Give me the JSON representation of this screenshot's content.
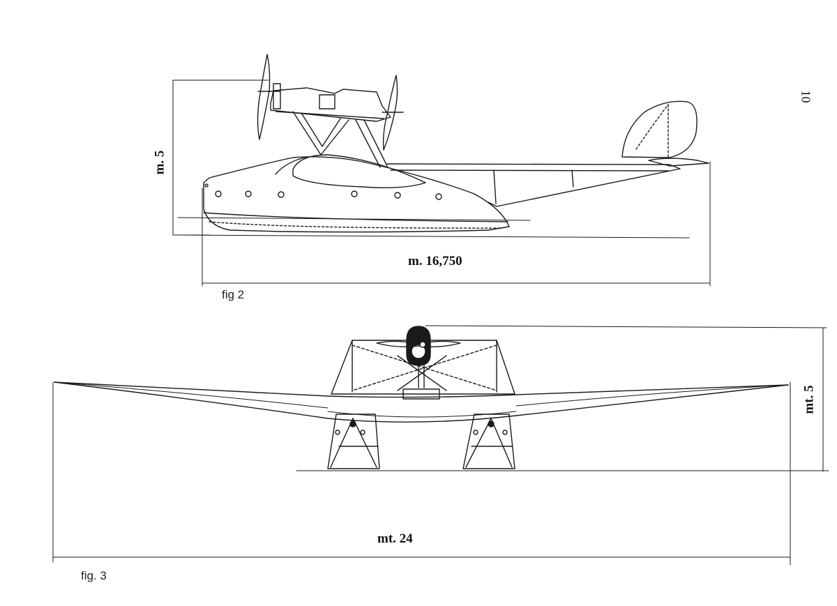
{
  "page_number": "10",
  "figures": [
    {
      "caption": "fig 2",
      "dimension_height": "m. 5",
      "dimension_length": "m. 16,750"
    },
    {
      "caption": "fig. 3",
      "dimension_height": "mt. 5",
      "dimension_span": "mt. 24"
    }
  ],
  "colors": {
    "ink": "#1a1a1a",
    "paper": "#ffffff"
  }
}
